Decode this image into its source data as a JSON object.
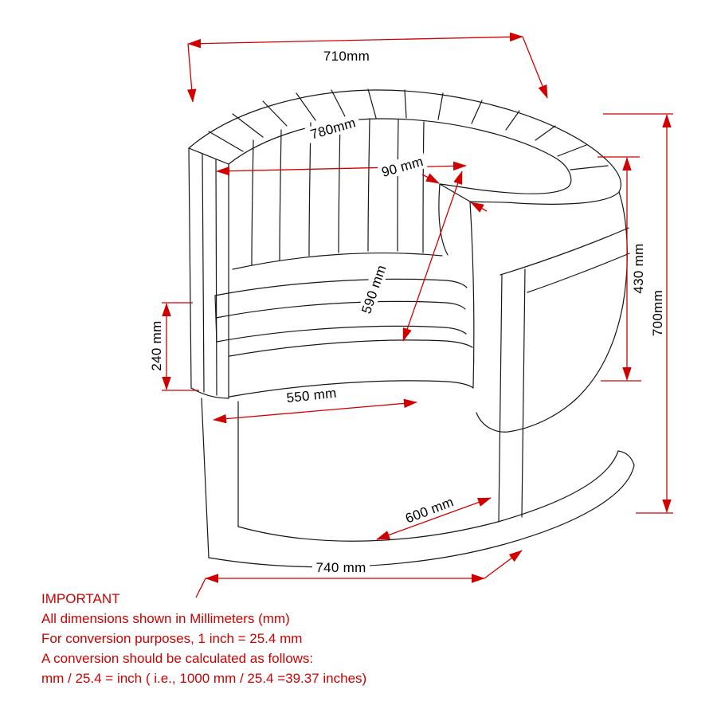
{
  "colors": {
    "dimension_red": "#d10000",
    "notes_red": "#ce0000",
    "line_black": "#161616",
    "background": "#ffffff"
  },
  "dimensions": {
    "d710": {
      "label": "710mm"
    },
    "d780": {
      "label": "780mm"
    },
    "d90": {
      "label": "90 mm"
    },
    "d430": {
      "label": "430 mm"
    },
    "d700": {
      "label": "700mm"
    },
    "d590": {
      "label": "590 mm"
    },
    "d240": {
      "label": "240 mm"
    },
    "d550": {
      "label": "550 mm"
    },
    "d600": {
      "label": "600 mm"
    },
    "d740": {
      "label": "740 mm"
    }
  },
  "notes": {
    "heading": "IMPORTANT",
    "line1": "All dimensions shown in Millimeters (mm)",
    "line2": "For conversion purposes, 1 inch = 25.4 mm",
    "line3": "A conversion should be calculated as follows:",
    "line4": "mm / 25.4 = inch ( i.e., 1000 mm / 25.4 =39.37 inches)"
  }
}
